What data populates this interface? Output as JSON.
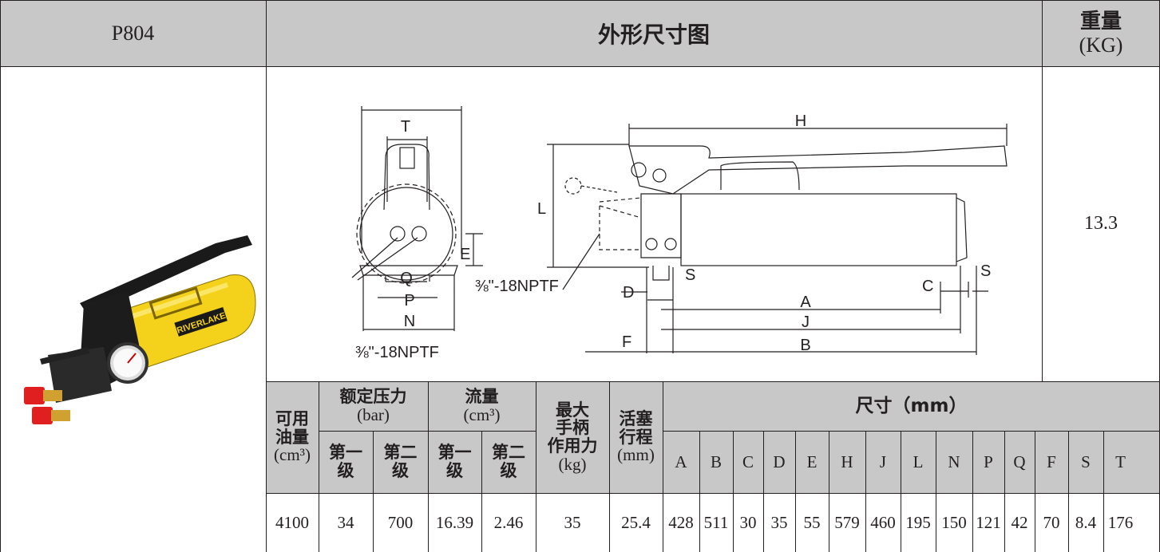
{
  "header": {
    "model": "P804",
    "title": "外形尺寸图",
    "weight_label_top": "重量",
    "weight_label_bottom": "(KG)"
  },
  "weight_value": "13.3",
  "product_photo": {
    "brand_text": "RIVERLAKE"
  },
  "drawing": {
    "labels": {
      "T": "T",
      "E": "E",
      "Q": "Q",
      "P": "P",
      "N": "N",
      "H": "H",
      "L": "L",
      "D": "D",
      "S": "S",
      "A": "A",
      "J": "J",
      "F": "F",
      "B": "B",
      "C": "C"
    },
    "port_label_1": "⅜\"-18NPTF",
    "port_label_2": "⅜\"-18NPTF"
  },
  "spec_table": {
    "oil_capacity_label": [
      "可用",
      "油量",
      "(cm³)"
    ],
    "rated_pressure_label": [
      "额定压力",
      "(bar)"
    ],
    "flow_label": [
      "流量",
      "(cm³)"
    ],
    "max_handle_force_label": [
      "最大",
      "手柄",
      "作用力",
      "(kg)"
    ],
    "stroke_label": [
      "活塞",
      "行程",
      "(mm)"
    ],
    "stage1": [
      "第一",
      "级"
    ],
    "stage2": [
      "第二",
      "级"
    ],
    "dims_label": "尺寸（mm）",
    "dim_keys": [
      "A",
      "B",
      "C",
      "D",
      "E",
      "H",
      "J",
      "L",
      "N",
      "P",
      "Q",
      "F",
      "S",
      "T"
    ],
    "row": {
      "oil": "4100",
      "p1": "34",
      "p2": "700",
      "f1": "16.39",
      "f2": "2.46",
      "force": "35",
      "stroke": "25.4",
      "dims": [
        "428",
        "511",
        "30",
        "35",
        "55",
        "579",
        "460",
        "195",
        "150",
        "121",
        "42",
        "70",
        "8.4",
        "176"
      ]
    }
  }
}
